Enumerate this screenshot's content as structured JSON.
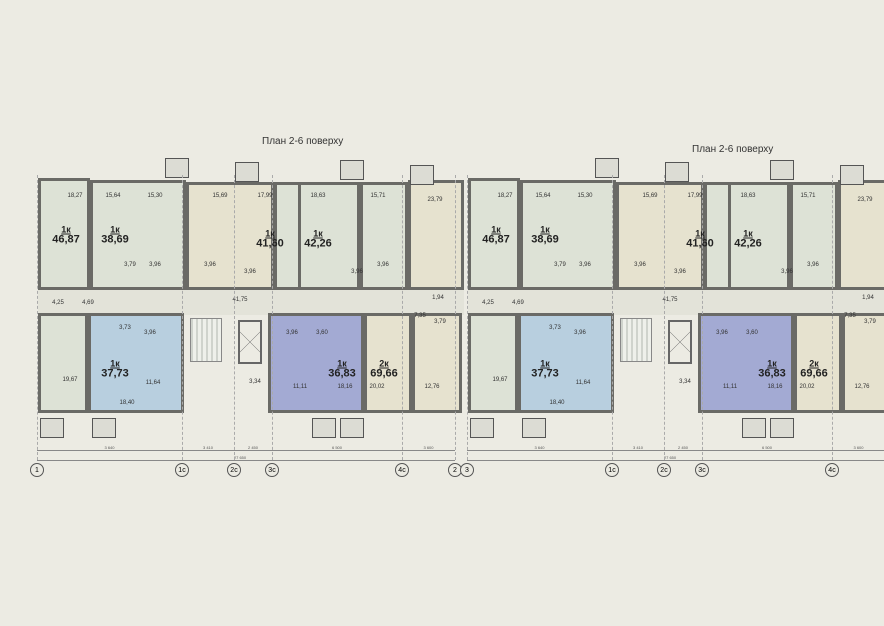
{
  "plans": [
    {
      "title": "План 2-6 поверху",
      "apartments": [
        {
          "type": "1к",
          "area": "46,87"
        },
        {
          "type": "1к",
          "area": "38,69"
        },
        {
          "type": "1к",
          "area": "41,60"
        },
        {
          "type": "1к",
          "area": "42,26"
        },
        {
          "type": "1к",
          "area": "37,73"
        },
        {
          "type": "1к",
          "area": "36,83"
        },
        {
          "type": "2к",
          "area": "69,66"
        }
      ],
      "rooms": [
        "18,27",
        "15,64",
        "15,30",
        "3,79",
        "3,96",
        "15,69",
        "3,96",
        "17,99",
        "3,96",
        "18,63",
        "15,71",
        "3,96",
        "3,96",
        "23,79",
        "4,25",
        "4,69",
        "41,75",
        "1,94",
        "7,35",
        "3,79",
        "19,67",
        "3,73",
        "3,96",
        "11,64",
        "18,40",
        "3,34",
        "3,96",
        "3,60",
        "11,11",
        "18,16",
        "20,02",
        "12,76"
      ],
      "axes": [
        "1",
        "1с",
        "2с",
        "3с",
        "4с",
        "2"
      ],
      "dims": [
        "3 640",
        "3 410",
        "2 450",
        "6 500",
        "3 600",
        "27 650"
      ]
    },
    {
      "title": "План 2-6 поверху",
      "apartments": [
        {
          "type": "1к",
          "area": "46,87"
        },
        {
          "type": "1к",
          "area": "38,69"
        },
        {
          "type": "1к",
          "area": "41,60"
        },
        {
          "type": "1к",
          "area": "42,26"
        },
        {
          "type": "1к",
          "area": "37,73"
        },
        {
          "type": "1к",
          "area": "36,83"
        },
        {
          "type": "2к",
          "area": "69,66"
        }
      ],
      "rooms": [
        "18,27",
        "15,64",
        "15,30",
        "3,79",
        "3,96",
        "15,69",
        "3,96",
        "17,99",
        "3,96",
        "18,63",
        "15,71",
        "3,96",
        "3,96",
        "23,79",
        "4,25",
        "4,69",
        "41,75",
        "1,94",
        "7,35",
        "3,79",
        "19,67",
        "3,73",
        "3,96",
        "11,64",
        "18,40",
        "3,34",
        "3,96",
        "3,60",
        "11,11",
        "18,16",
        "20,02",
        "12,76"
      ],
      "axes": [
        "3",
        "1с",
        "2с",
        "3с",
        "4с"
      ],
      "dims": [
        "3 640",
        "3 410",
        "2 450",
        "6 500",
        "3 600",
        "27 650"
      ]
    }
  ]
}
